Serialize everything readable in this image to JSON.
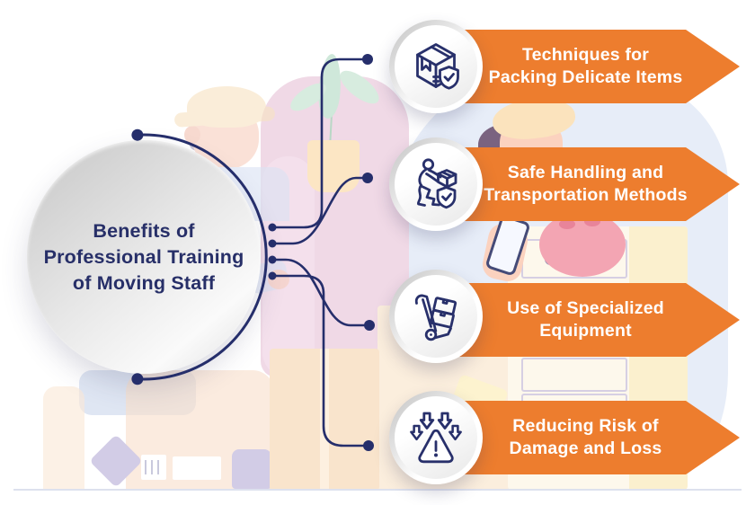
{
  "title_circle": {
    "line1": "Benefits of",
    "line2": "Professional Training",
    "line3": "of Moving Staff"
  },
  "benefits": [
    {
      "icon": "packing-box-shield-icon",
      "line1": "Techniques for",
      "line2": "Packing Delicate Items"
    },
    {
      "icon": "lifting-person-shield-icon",
      "line1": "Safe Handling and",
      "line2": "Transportation Methods"
    },
    {
      "icon": "hand-truck-icon",
      "line1": "Use of Specialized",
      "line2": "Equipment"
    },
    {
      "icon": "warning-arrows-icon",
      "line1": "Reducing Risk of",
      "line2": "Damage and Loss"
    }
  ],
  "colors": {
    "accent_orange": "#ED7D2E",
    "navy": "#252E6B",
    "circle_gray": "#D9D9D9",
    "background_blue": "#E7EDF8",
    "pink": "#F0D9E6"
  }
}
